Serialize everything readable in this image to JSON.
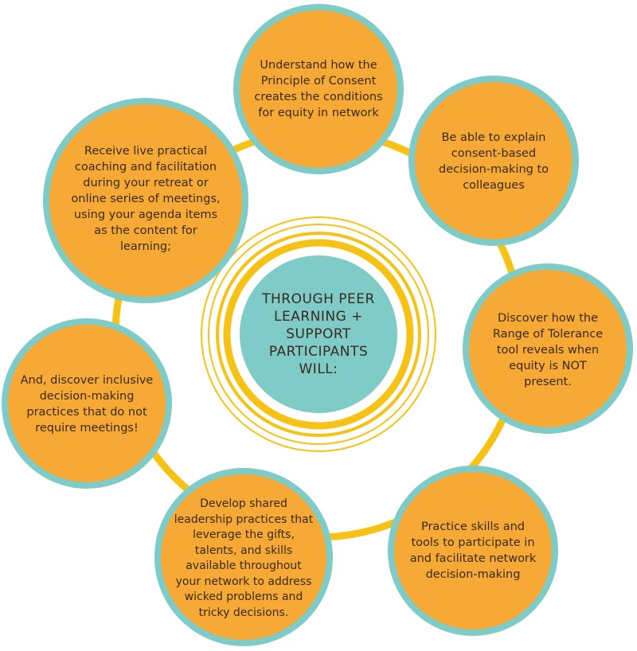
{
  "colors": {
    "connector": "#f6c215",
    "node_fill": "#f6a935",
    "node_border": "#7ecbc8",
    "center_fill": "#7ecbc8",
    "center_rings": "#f6c215",
    "text": "#3a2a1e"
  },
  "center": {
    "text": "THROUGH PEER LEARNING + SUPPORT PARTICIPANTS WILL:"
  },
  "nodes": [
    {
      "id": "consent-principle",
      "text": "Understand how the Principle of Consent creates the conditions for equity in network"
    },
    {
      "id": "explain-consent",
      "text": "Be able to explain consent-based decision-making to colleagues"
    },
    {
      "id": "range-of-tolerance",
      "text": "Discover how the Range of Tolerance tool reveals when equity is NOT present."
    },
    {
      "id": "practice-skills",
      "text": "Practice skills and tools to participate in and facilitate network decision-making"
    },
    {
      "id": "shared-leadership",
      "text": "Develop shared leadership practices that leverage the gifts, talents, and skills available throughout your network to address wicked problems and tricky decisions."
    },
    {
      "id": "inclusive-practices",
      "text": "And, discover inclusive decision-making practices that do not require meetings!"
    },
    {
      "id": "live-coaching",
      "text": "Receive live practical coaching and facilitation during your retreat or online series of meetings, using your agenda items as the content for learning;"
    }
  ]
}
